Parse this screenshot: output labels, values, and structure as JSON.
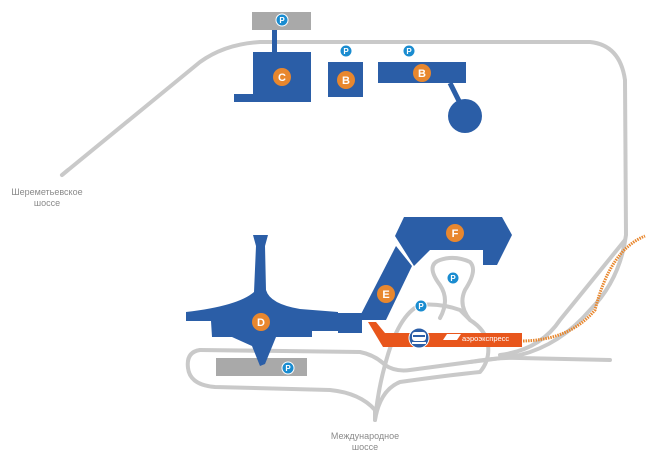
{
  "roads": {
    "sheremetyevo_highway": [
      "Шереметьевское",
      "шоссе"
    ],
    "international_highway": [
      "Международное",
      "шоссе"
    ]
  },
  "terminals": [
    {
      "id": "C",
      "label": "C"
    },
    {
      "id": "B-small",
      "label": "B"
    },
    {
      "id": "B-long",
      "label": "B"
    },
    {
      "id": "D",
      "label": "D"
    },
    {
      "id": "E",
      "label": "E"
    },
    {
      "id": "F",
      "label": "F"
    }
  ],
  "parking_label": "P",
  "aeroexpress": {
    "label": "аэроэкспресс"
  },
  "colors": {
    "terminal": "#2b5ea7",
    "terminal_badge": "#e8872e",
    "parking": "#1a8cd0",
    "aeroexpress": "#e8561c",
    "road": "#c9c9c9",
    "parking_lot": "#a9a9a9"
  }
}
